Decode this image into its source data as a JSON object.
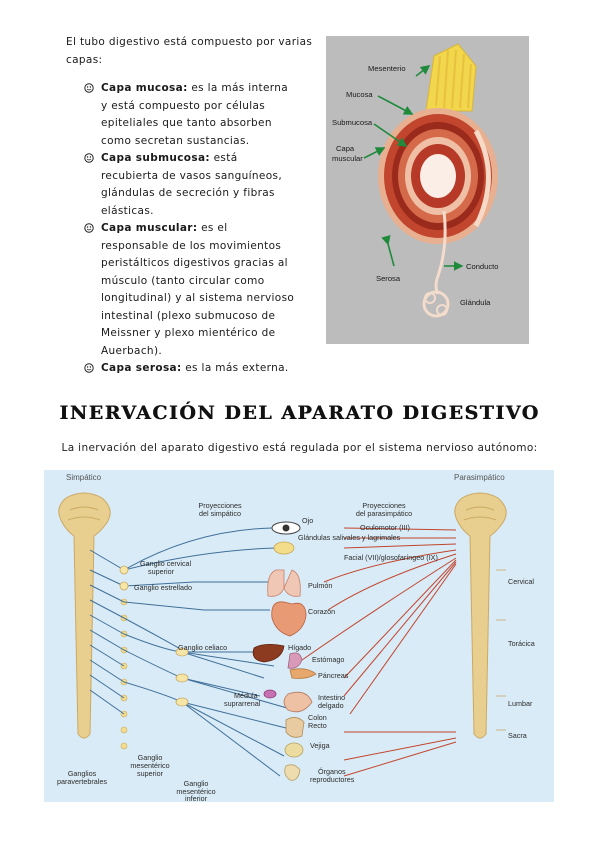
{
  "intro": {
    "line1": "El tubo digestivo está compuesto por varias",
    "line2": "capas:"
  },
  "layers": [
    {
      "term": "Capa mucosa:",
      "text": " es la más interna y está compuesto por células epiteliales que tanto absorben como secretan sustancias."
    },
    {
      "term": "Capa submucosa:",
      "text": " está recubierta de vasos sanguíneos, glándulas de secreción y fibras elásticas."
    },
    {
      "term": "Capa muscular:",
      "text": " es el responsable de los movimientos peristálticos digestivos gracias al músculo (tanto circular como longitudinal) y al sistema nervioso intestinal (plexo submucoso de Meissner y plexo mientérico de Auerbach)."
    },
    {
      "term": "Capa serosa:",
      "text": " es la más externa."
    }
  ],
  "tube_figure": {
    "labels": {
      "mesenterio": "Mesenterio",
      "mucosa": "Mucosa",
      "submucosa": "Submucosa",
      "capa_muscular_1": "Capa",
      "capa_muscular_2": "muscular",
      "serosa": "Serosa",
      "conducto": "Conducto",
      "glandula": "Glándula"
    },
    "colors": {
      "background": "#bcbcbc",
      "arrows": "#1f8a3c",
      "muscle": "#c2452d",
      "mesentery": "#f2d64b"
    }
  },
  "section": {
    "title": "INERVACIÓN DEL APARATO DIGESTIVO",
    "subtitle": "La inervación del aparato digestivo está regulada por el sistema nervioso autónomo:"
  },
  "nerve_figure": {
    "simpatico": "Simpático",
    "parasimpatico": "Parasimpático",
    "proy_simp_1": "Proyecciones",
    "proy_simp_2": "del simpático",
    "proy_para_1": "Proyecciones",
    "proy_para_2": "del parasimpático",
    "ojo": "Ojo",
    "oculomotor": "Oculomotor (III)",
    "glandulas_salivales": "Glándulas salivales y lagrimales",
    "facial": "Facial (VII)/glosofaríngeo (IX)",
    "ganglio_cervical_1": "Ganglio cervical",
    "ganglio_cervical_2": "superior",
    "ganglio_estrellado": "Ganglio estrellado",
    "pulmon": "Pulmón",
    "corazon": "Corazón",
    "ganglio_celiaco": "Ganglio celiaco",
    "higado": "Hígado",
    "estomago": "Estómago",
    "pancreas": "Páncreas",
    "medula_1": "Médula",
    "medula_2": "suprarrenal",
    "intestino_1": "Intestino",
    "intestino_2": "delgado",
    "colon_1": "Colon",
    "colon_2": "Recto",
    "vejiga": "Vejiga",
    "organos_1": "Órganos",
    "organos_2": "reproductores",
    "ganglios_para_1": "Ganglios",
    "ganglios_para_2": "paravertebrales",
    "gms_1": "Ganglio",
    "gms_2": "mesentérico",
    "gms_3": "superior",
    "gmi_1": "Ganglio",
    "gmi_2": "mesentérico",
    "gmi_3": "inferior",
    "cervical": "Cervical",
    "toracica": "Torácica",
    "lumbar": "Lumbar",
    "sacra": "Sacra",
    "colors": {
      "background": "#d9ebf6",
      "sympathetic": "#3f6f9a",
      "parasympathetic": "#c2452d",
      "spine": "#e9cf8f"
    }
  }
}
